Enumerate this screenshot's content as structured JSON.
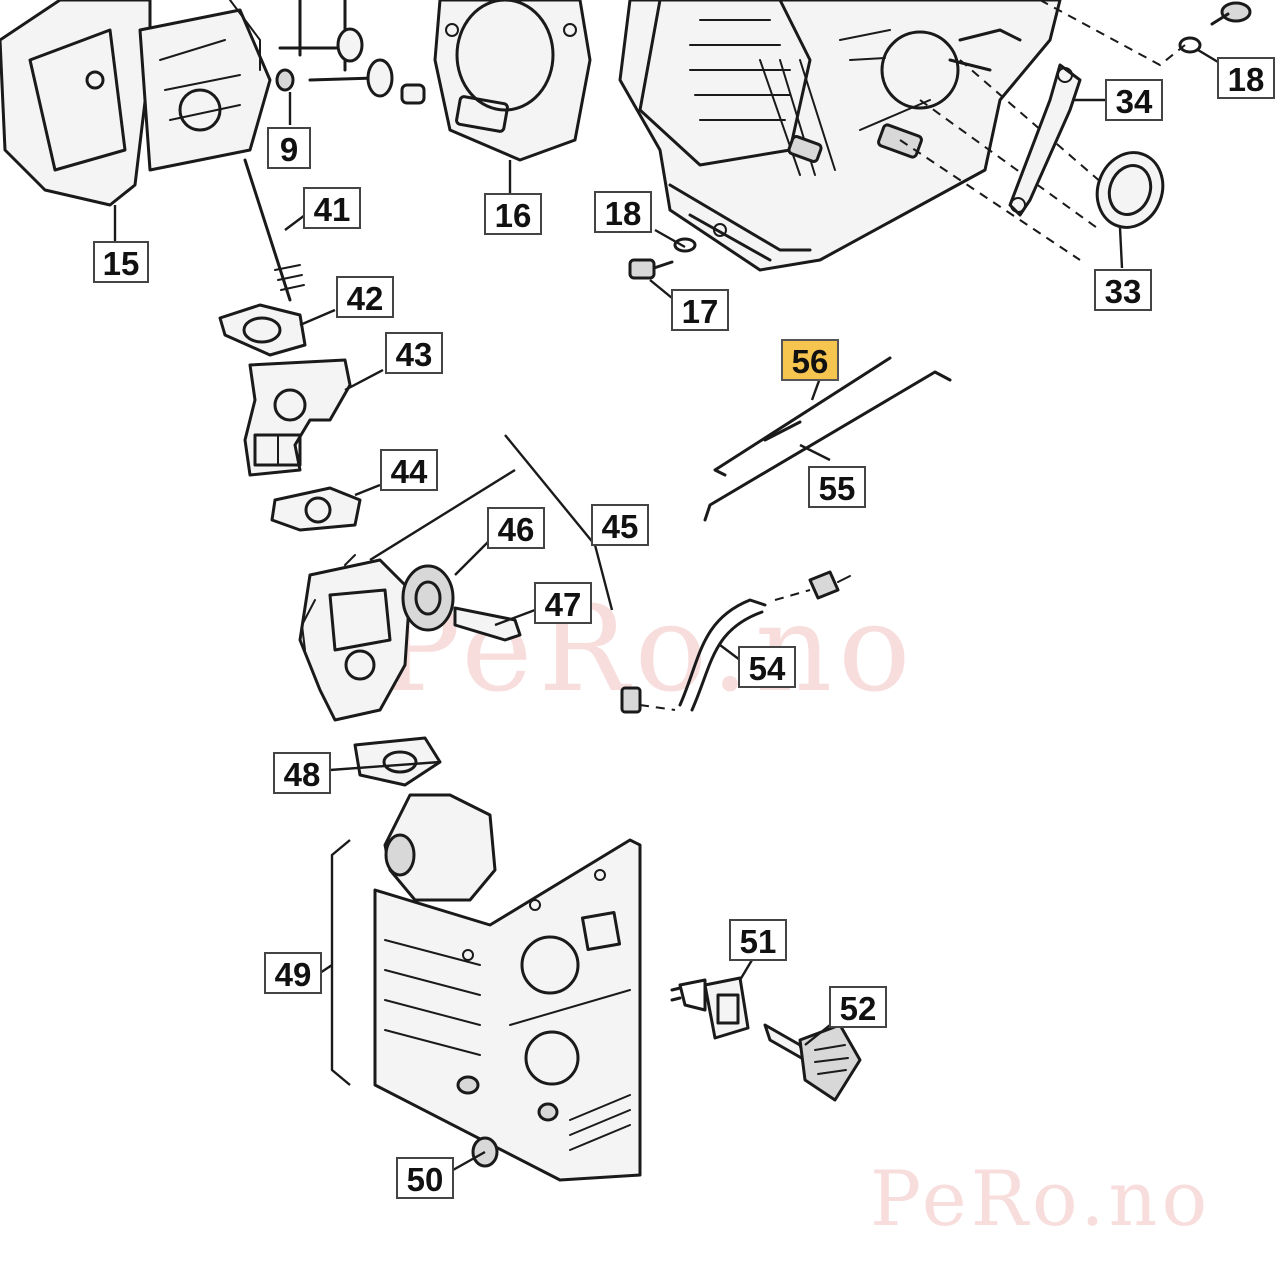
{
  "labels": {
    "p9": "9",
    "p15": "15",
    "p16": "16",
    "p17": "17",
    "p18a": "18",
    "p18b": "18",
    "p33": "33",
    "p34": "34",
    "p41": "41",
    "p42": "42",
    "p43": "43",
    "p44": "44",
    "p45": "45",
    "p46": "46",
    "p47": "47",
    "p48": "48",
    "p49": "49",
    "p50": "50",
    "p51": "51",
    "p52": "52",
    "p54": "54",
    "p55": "55",
    "p56": "56"
  },
  "highlighted_part": "56",
  "watermarks": {
    "center": "PeRo.no",
    "corner": "PeRo.no"
  },
  "colors": {
    "highlight": "#f5c550",
    "line": "#1a1a1a",
    "watermark": "#f3c3c3"
  }
}
